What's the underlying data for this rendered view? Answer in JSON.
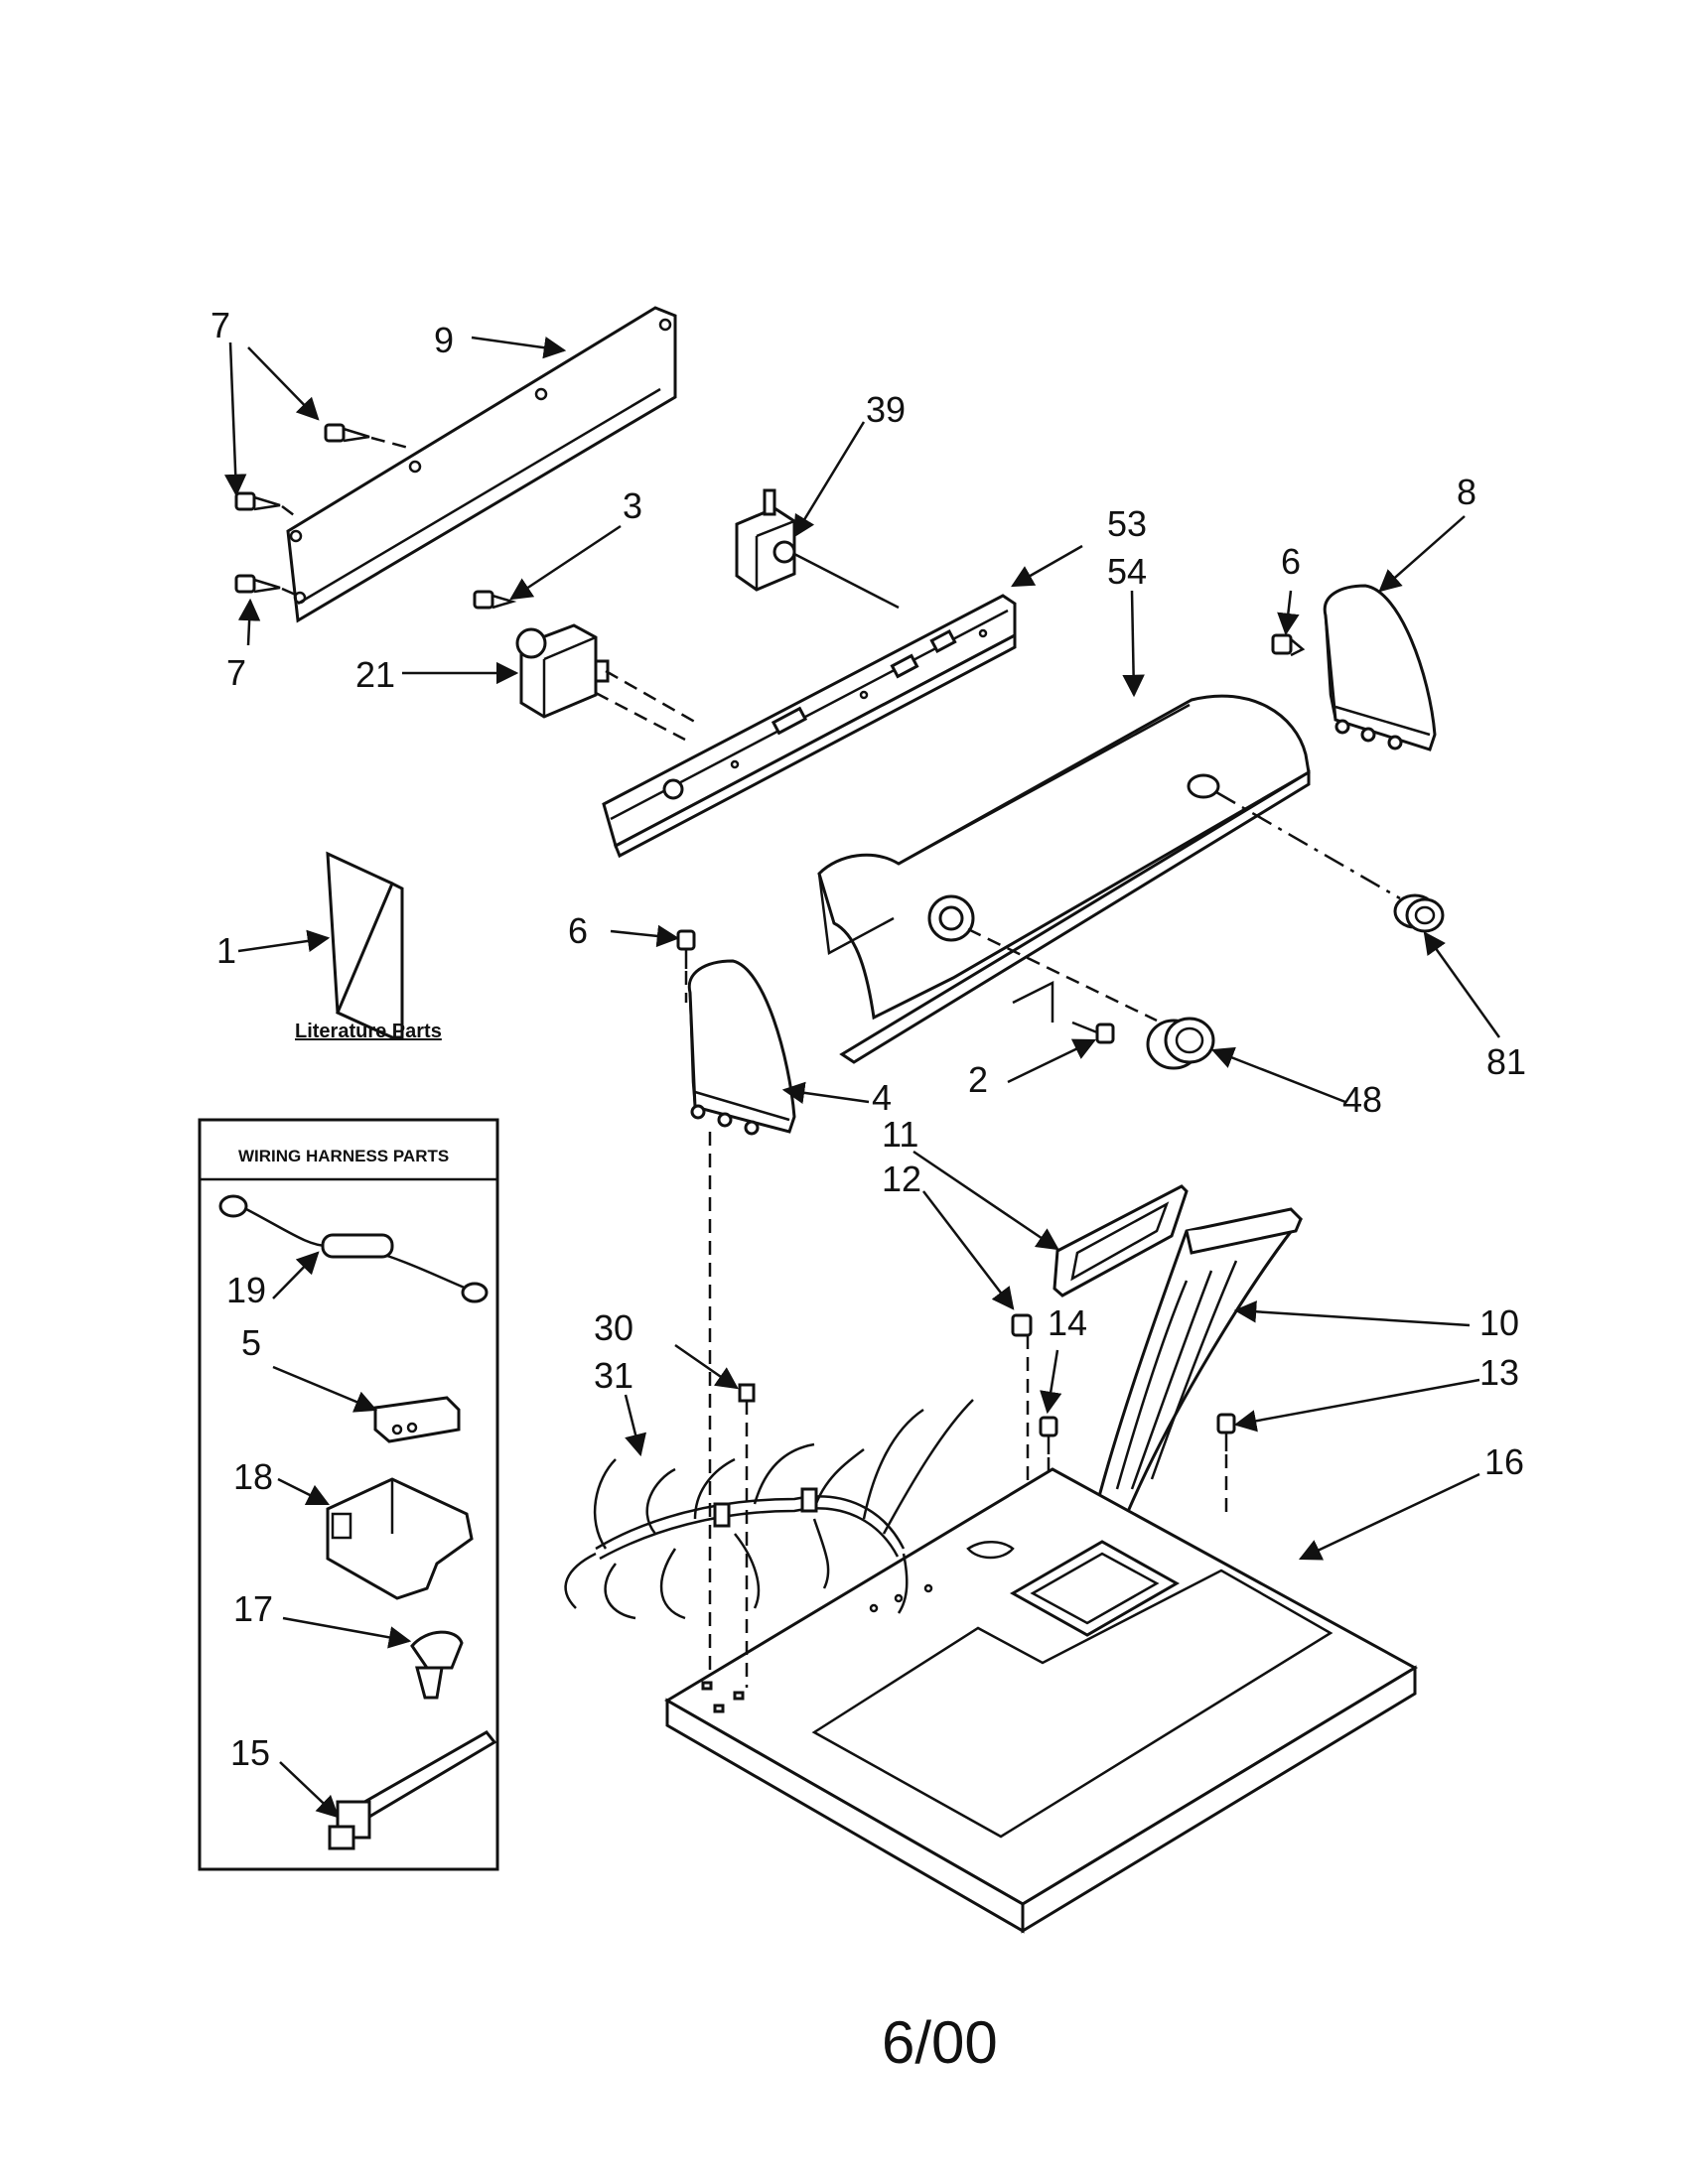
{
  "diagram": {
    "callouts": [
      {
        "id": "c7a",
        "text": "7"
      },
      {
        "id": "c9",
        "text": "9"
      },
      {
        "id": "c39",
        "text": "39"
      },
      {
        "id": "c3",
        "text": "3"
      },
      {
        "id": "c53",
        "text": "53"
      },
      {
        "id": "c54",
        "text": "54"
      },
      {
        "id": "c8",
        "text": "8"
      },
      {
        "id": "c6a",
        "text": "6"
      },
      {
        "id": "c7b",
        "text": "7"
      },
      {
        "id": "c21",
        "text": "21"
      },
      {
        "id": "c1",
        "text": "1"
      },
      {
        "id": "c6b",
        "text": "6"
      },
      {
        "id": "c81",
        "text": "81"
      },
      {
        "id": "c2",
        "text": "2"
      },
      {
        "id": "c48",
        "text": "48"
      },
      {
        "id": "c4",
        "text": "4"
      },
      {
        "id": "c11",
        "text": "11"
      },
      {
        "id": "c12",
        "text": "12"
      },
      {
        "id": "c19",
        "text": "19"
      },
      {
        "id": "c14",
        "text": "14"
      },
      {
        "id": "c10",
        "text": "10"
      },
      {
        "id": "c30",
        "text": "30"
      },
      {
        "id": "c5",
        "text": "5"
      },
      {
        "id": "c31",
        "text": "31"
      },
      {
        "id": "c13",
        "text": "13"
      },
      {
        "id": "c16",
        "text": "16"
      },
      {
        "id": "c18",
        "text": "18"
      },
      {
        "id": "c17",
        "text": "17"
      },
      {
        "id": "c15",
        "text": "15"
      }
    ],
    "literature_label": "Literature Parts",
    "wiring_box_title": "WIRING HARNESS PARTS",
    "date_code": "6/00"
  }
}
